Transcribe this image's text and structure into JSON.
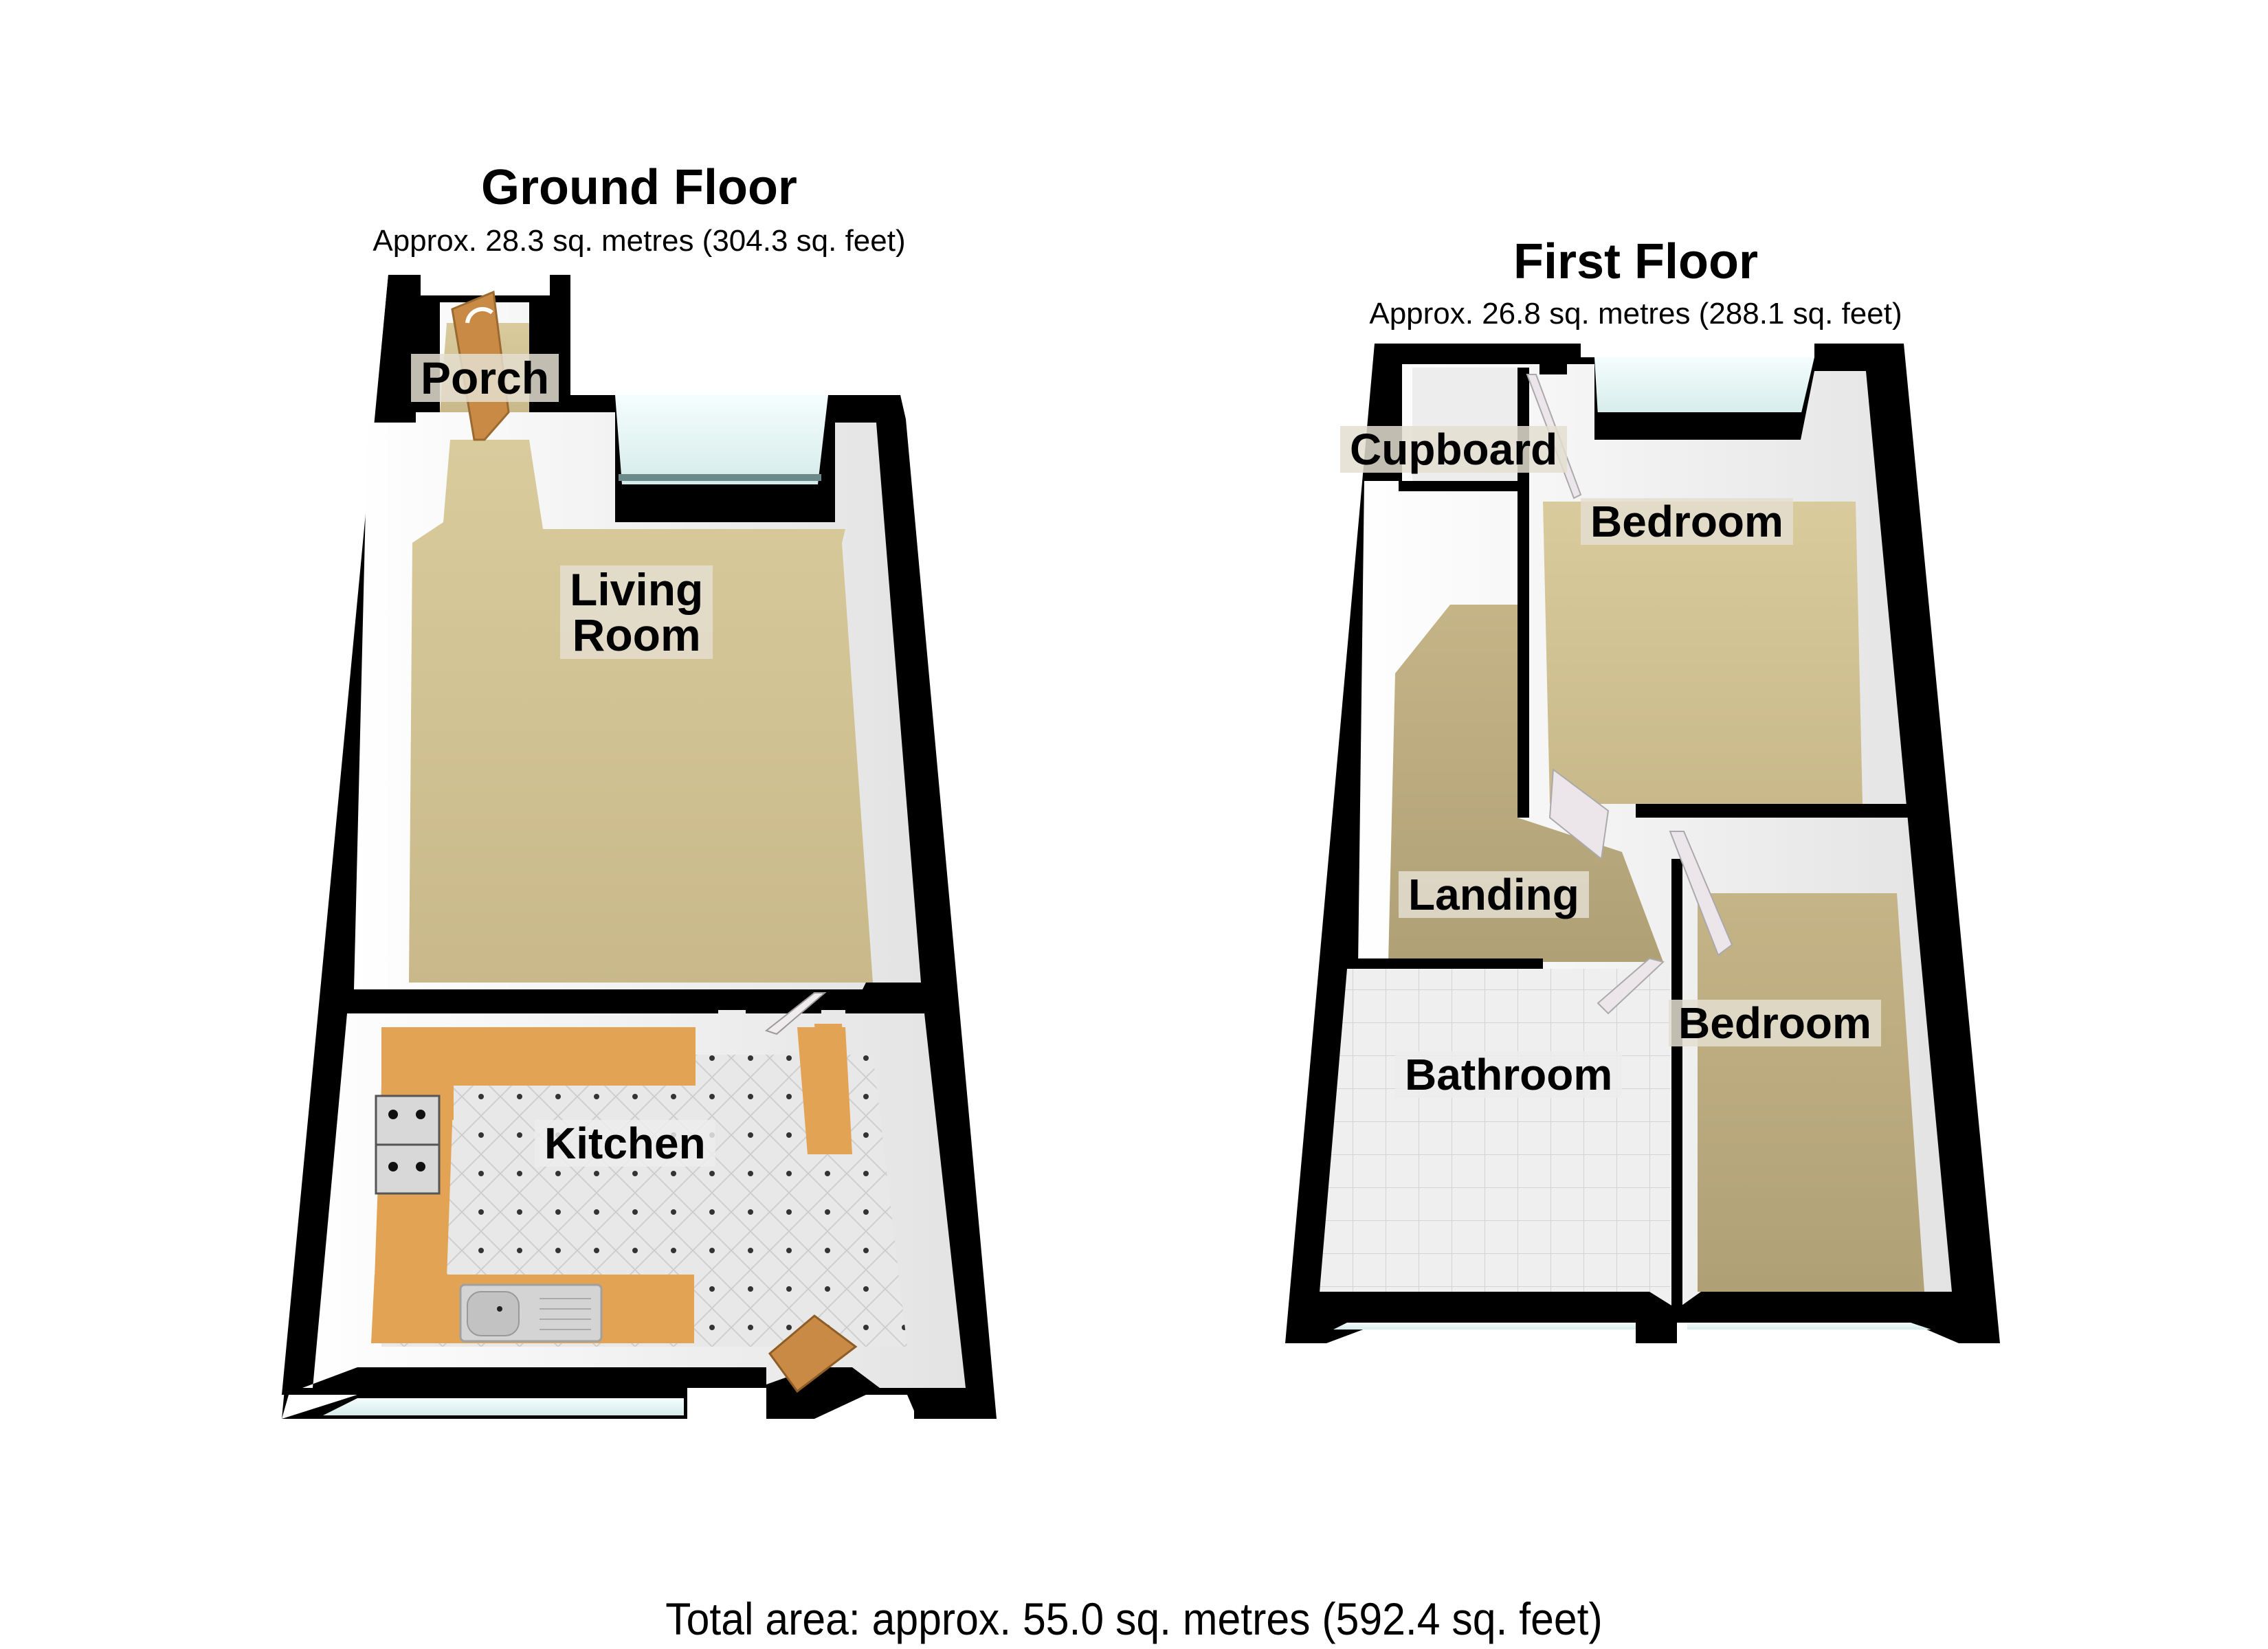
{
  "plan": {
    "ground_floor": {
      "title": "Ground Floor",
      "area": "Approx. 28.3 sq. metres (304.3 sq. feet)",
      "rooms": [
        {
          "name": "Porch"
        },
        {
          "name": "Living Room",
          "line1": "Living",
          "line2": "Room"
        },
        {
          "name": "Kitchen"
        }
      ]
    },
    "first_floor": {
      "title": "First Floor",
      "area": "Approx. 26.8 sq. metres (288.1 sq. feet)",
      "rooms": [
        {
          "name": "Cupboard"
        },
        {
          "name": "Bedroom"
        },
        {
          "name": "Landing"
        },
        {
          "name": "Bedroom"
        },
        {
          "name": "Bathroom"
        }
      ]
    },
    "total_area": "Total area: approx. 55.0 sq. metres (592.4 sq. feet)"
  },
  "colors": {
    "wall": "#000000",
    "carpet": "#d6c79a",
    "carpet_dark": "#b8a87e",
    "inner_wall": "#f2f2f2",
    "worktop": "#e0a050",
    "kitchen_floor": "#e6e6e6",
    "bathroom_floor": "#ececec",
    "window": "#dff3f2",
    "door_wood": "#c98a45",
    "door_white": "#ece6ea"
  }
}
